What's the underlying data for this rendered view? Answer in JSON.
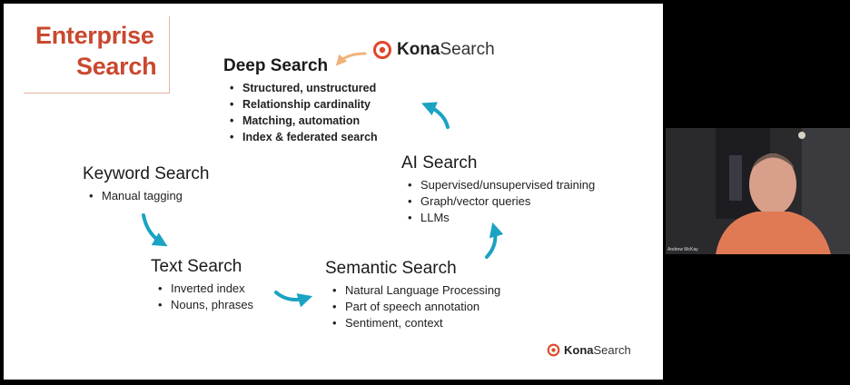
{
  "slide": {
    "title_line1": "Enterprise",
    "title_line2": "Search",
    "deep_search": {
      "heading": "Deep Search",
      "bullets": [
        "Structured, unstructured",
        "Relationship cardinality",
        "Matching, automation",
        "Index & federated search"
      ]
    },
    "keyword_search": {
      "heading": "Keyword Search",
      "bullets": [
        "Manual tagging"
      ]
    },
    "text_search": {
      "heading": "Text Search",
      "bullets": [
        "Inverted index",
        "Nouns, phrases"
      ]
    },
    "semantic_search": {
      "heading": "Semantic Search",
      "bullets": [
        "Natural Language Processing",
        "Part of speech annotation",
        "Sentiment, context"
      ]
    },
    "ai_search": {
      "heading": "AI Search",
      "bullets": [
        "Supervised/unsupervised training",
        "Graph/vector queries",
        "LLMs"
      ]
    },
    "logo": {
      "kona": "Kona",
      "search": "Search"
    },
    "colors": {
      "accent": "#c9482f",
      "arrow": "#1aa3c2",
      "deep_arrow": "#f0b27a"
    }
  },
  "video": {
    "participant_name": "Andrew McKay"
  }
}
